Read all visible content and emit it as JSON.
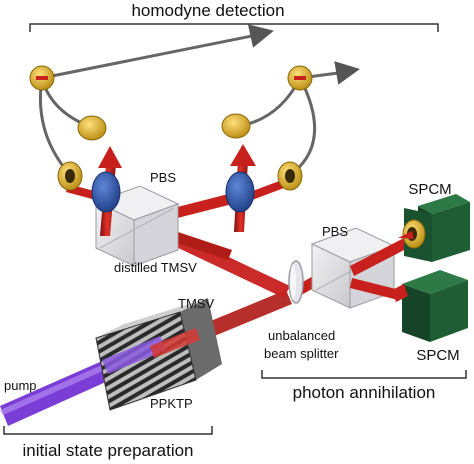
{
  "labels": {
    "homodyne": "homodyne detection",
    "pbs_left": "PBS",
    "pbs_right": "PBS",
    "distilled": "distilled TMSV",
    "tmsv": "TMSV",
    "unbalanced_1": "unbalanced",
    "unbalanced_2": "beam splitter",
    "spcm_top": "SPCM",
    "spcm_bottom": "SPCM",
    "pump": "pump",
    "ppktp": "PPKTP",
    "photon_annihilation": "photon annihilation",
    "initial_state": "initial state preparation"
  },
  "colors": {
    "beam": "#c8201c",
    "pump_beam": "#7a3dd6",
    "cube": "#d8d8dc",
    "spcm_box": "#1f5e34",
    "detector": "#d9a81a",
    "waveplate": "#2f5fb0",
    "cable": "#666666"
  }
}
